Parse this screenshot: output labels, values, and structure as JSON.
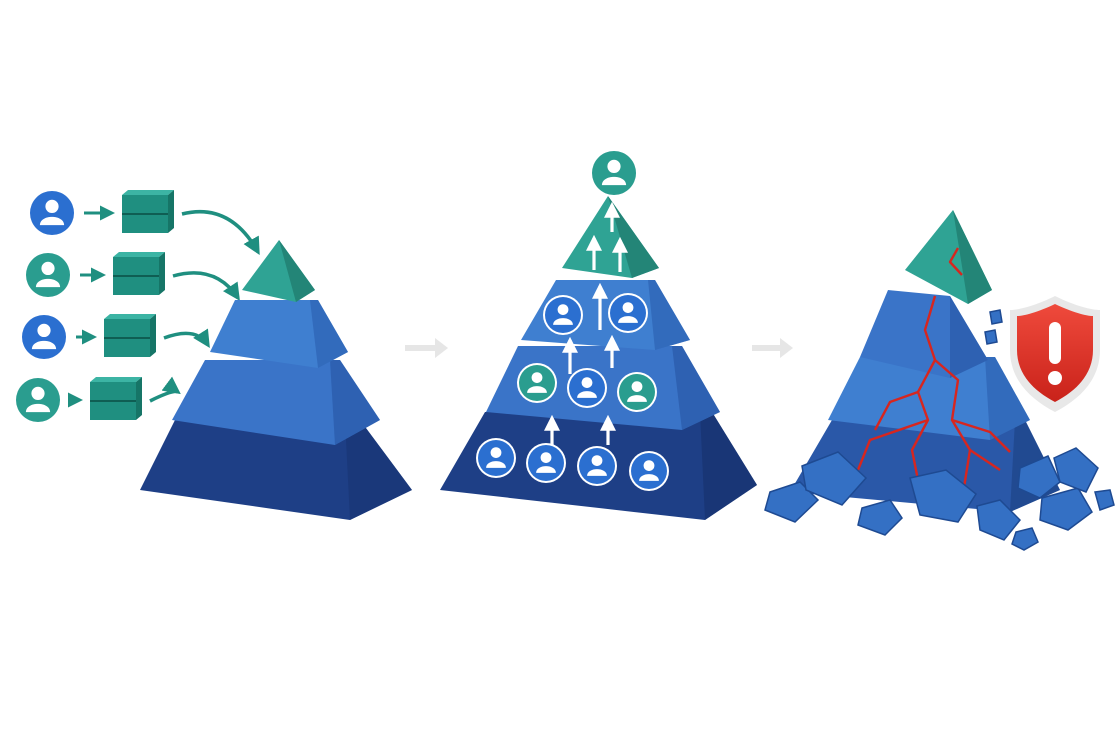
{
  "panels": [
    {
      "id": "build",
      "contributors": [
        "blue",
        "teal",
        "blue",
        "teal"
      ],
      "tiers": 4
    },
    {
      "id": "promote",
      "members_bottom": [
        "blue",
        "blue",
        "blue",
        "blue"
      ],
      "members_middle": [
        "teal",
        "blue",
        "teal"
      ],
      "members_upper": [
        "blue",
        "blue"
      ],
      "apex_member": "teal",
      "tiers": 4
    },
    {
      "id": "collapse",
      "alert_icon": "warning-shield-icon",
      "tiers": 4
    }
  ],
  "colors": {
    "apex_teal": "#2fa394",
    "tier_blue_light": "#3f7fd0",
    "tier_blue_mid": "#2f64b6",
    "tier_blue_dark": "#1e3f86",
    "person_blue": "#2b6fd0",
    "person_teal": "#2a9d8f",
    "box_teal": "#1f8f80",
    "crack_red": "#d7261f",
    "shield_red": "#e0352b"
  }
}
